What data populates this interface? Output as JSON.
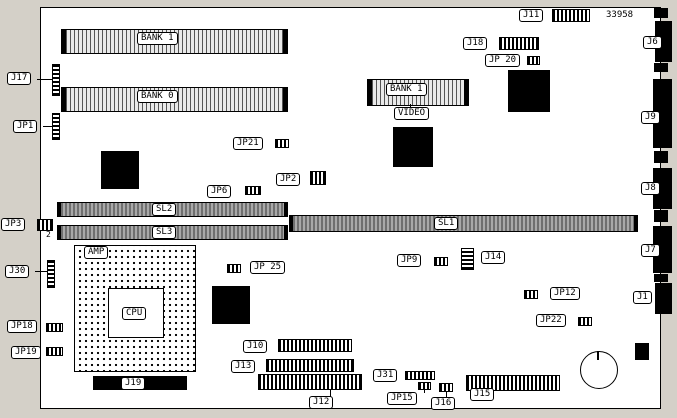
{
  "diagram": {
    "part_number": "33958",
    "labels": {
      "j11": "J11",
      "j18": "J18",
      "jp20": "JP 20",
      "j6": "J6",
      "j17": "J17",
      "jp1": "JP1",
      "bank1_simm": "BANK 1",
      "bank0_simm": "BANK 0",
      "bank1_video": "BANK 1",
      "video": "VIDEO",
      "j9": "J9",
      "jp21": "JP21",
      "jp2": "JP2",
      "jp6": "JP6",
      "j8": "J8",
      "jp3": "JP3",
      "sl2": "SL2",
      "sl3": "SL3",
      "sl1": "SL1",
      "slot_mark": "2",
      "j7": "J7",
      "amp": "AMP",
      "j30": "J30",
      "jp25": "JP 25",
      "jp9": "JP9",
      "j14": "J14",
      "jp12": "JP12",
      "j1": "J1",
      "jp18": "JP18",
      "cpu": "CPU",
      "jp22": "JP22",
      "jp19": "JP19",
      "j10": "J10",
      "j13": "J13",
      "j31": "J31",
      "j19": "J19",
      "j12": "J12",
      "jp15": "JP15",
      "j16": "J16",
      "j15": "J15"
    }
  }
}
